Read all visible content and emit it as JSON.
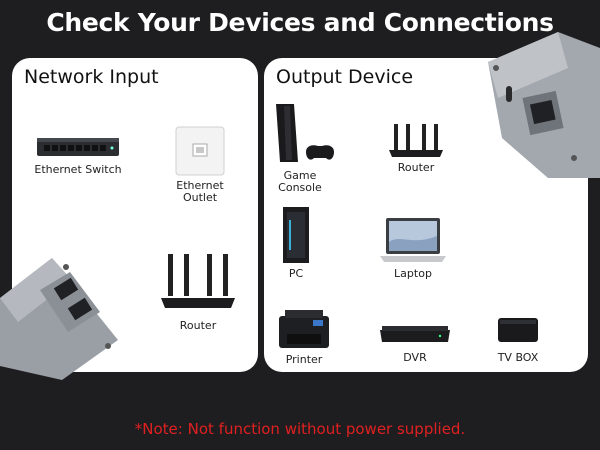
{
  "header": {
    "title": "Check Your Devices and Connections"
  },
  "network_input": {
    "heading": "Network Input",
    "items": [
      {
        "label": "Ethernet Switch",
        "icon": "ethernet-switch-icon"
      },
      {
        "label": "Ethernet Outlet",
        "icon": "ethernet-outlet-icon"
      },
      {
        "label": "Router",
        "icon": "router-icon"
      }
    ]
  },
  "output_device": {
    "heading": "Output Device",
    "items": [
      {
        "label": "Game Console",
        "icon": "game-console-icon"
      },
      {
        "label": "Router",
        "icon": "router-icon"
      },
      {
        "label": "PC",
        "icon": "pc-tower-icon"
      },
      {
        "label": "Laptop",
        "icon": "laptop-icon"
      },
      {
        "label": "Printer",
        "icon": "printer-icon"
      },
      {
        "label": "DVR",
        "icon": "dvr-icon"
      },
      {
        "label": "TV BOX",
        "icon": "tv-box-icon"
      }
    ]
  },
  "footer": {
    "note": "*Note: Not function without power supplied."
  },
  "colors": {
    "background": "#1e1e20",
    "note": "#e02020",
    "panel": "#ffffff",
    "adapter": "#9a9fa6"
  }
}
